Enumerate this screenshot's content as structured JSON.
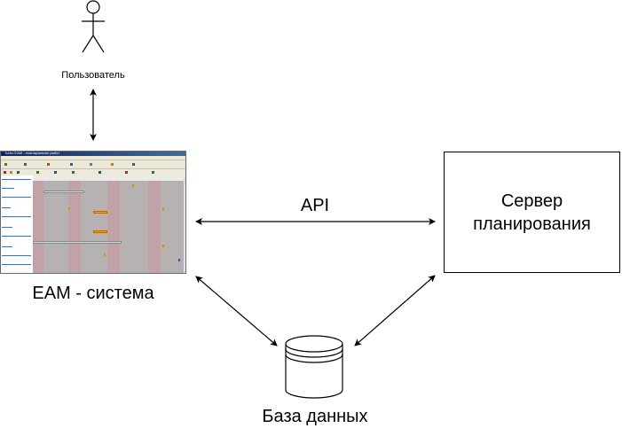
{
  "user": {
    "label": "Пользователь"
  },
  "eam": {
    "label": "EAM - система",
    "window_title": "Turbo EAM - планирование работ"
  },
  "api": {
    "label": "API"
  },
  "server": {
    "label": "Сервер\nпланирования"
  },
  "database": {
    "label": "База данных"
  },
  "colors": {
    "stroke": "#000000",
    "gantt_band": "#c49da2",
    "gantt_bar": "#ff9a2e",
    "title_bar": "#0a246a"
  },
  "icons": [
    "stick-figure-icon",
    "database-cylinder-icon"
  ]
}
